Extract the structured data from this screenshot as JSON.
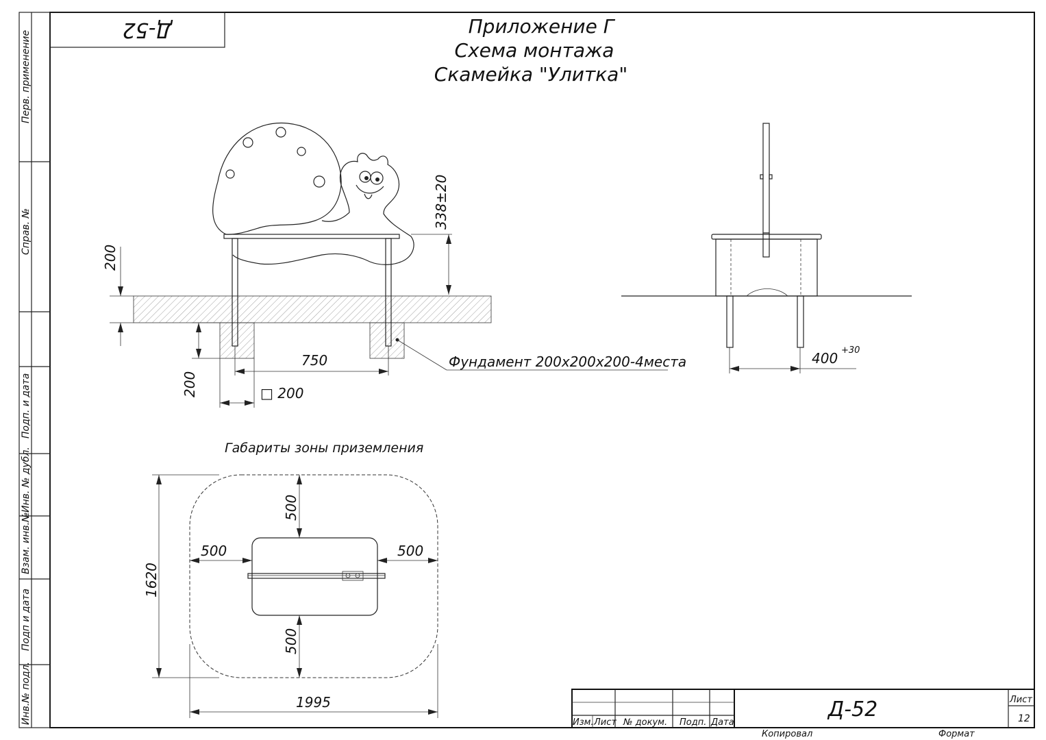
{
  "sheet": {
    "stamp_code": "Д-52",
    "code": "Д-52",
    "sheet_label": "Лист",
    "sheet_number": "12",
    "copied_label": "Копировал",
    "format_label": "Формат"
  },
  "title": {
    "line1": "Приложение Г",
    "line2": "Схема монтажа",
    "line3": "Скамейка \"Улитка\""
  },
  "side_strip": {
    "perv_primenenie": "Перв. применение",
    "sprav_no": "Справ. №",
    "podp_i_data_1": "Подп. и дата",
    "inv_no_dubl": "Инв. № дубл.",
    "vzam_inv_no": "Взам. инв.№",
    "podp_i_data_2": "Подп и дата",
    "inv_no_podl": "Инв.№ подл."
  },
  "front_view": {
    "dim_height": "338±20",
    "dim_left_200": "200",
    "dim_depth_200": "200",
    "dim_spacing": "750",
    "dim_square": "□ 200",
    "foundation_note": "Фундамент 200х200х200-4места"
  },
  "side_view": {
    "dim_width": "400",
    "dim_tolerance": "+30"
  },
  "landing_zone": {
    "title": "Габариты зоны приземления",
    "dim_top": "500",
    "dim_bottom": "500",
    "dim_left": "500",
    "dim_right": "500",
    "dim_height": "1620",
    "dim_width": "1995"
  },
  "title_block": {
    "izm_list": "Изм.",
    "list": "Лист",
    "doc_no": "№ докум.",
    "podp": "Подп.",
    "data": "Дата"
  }
}
